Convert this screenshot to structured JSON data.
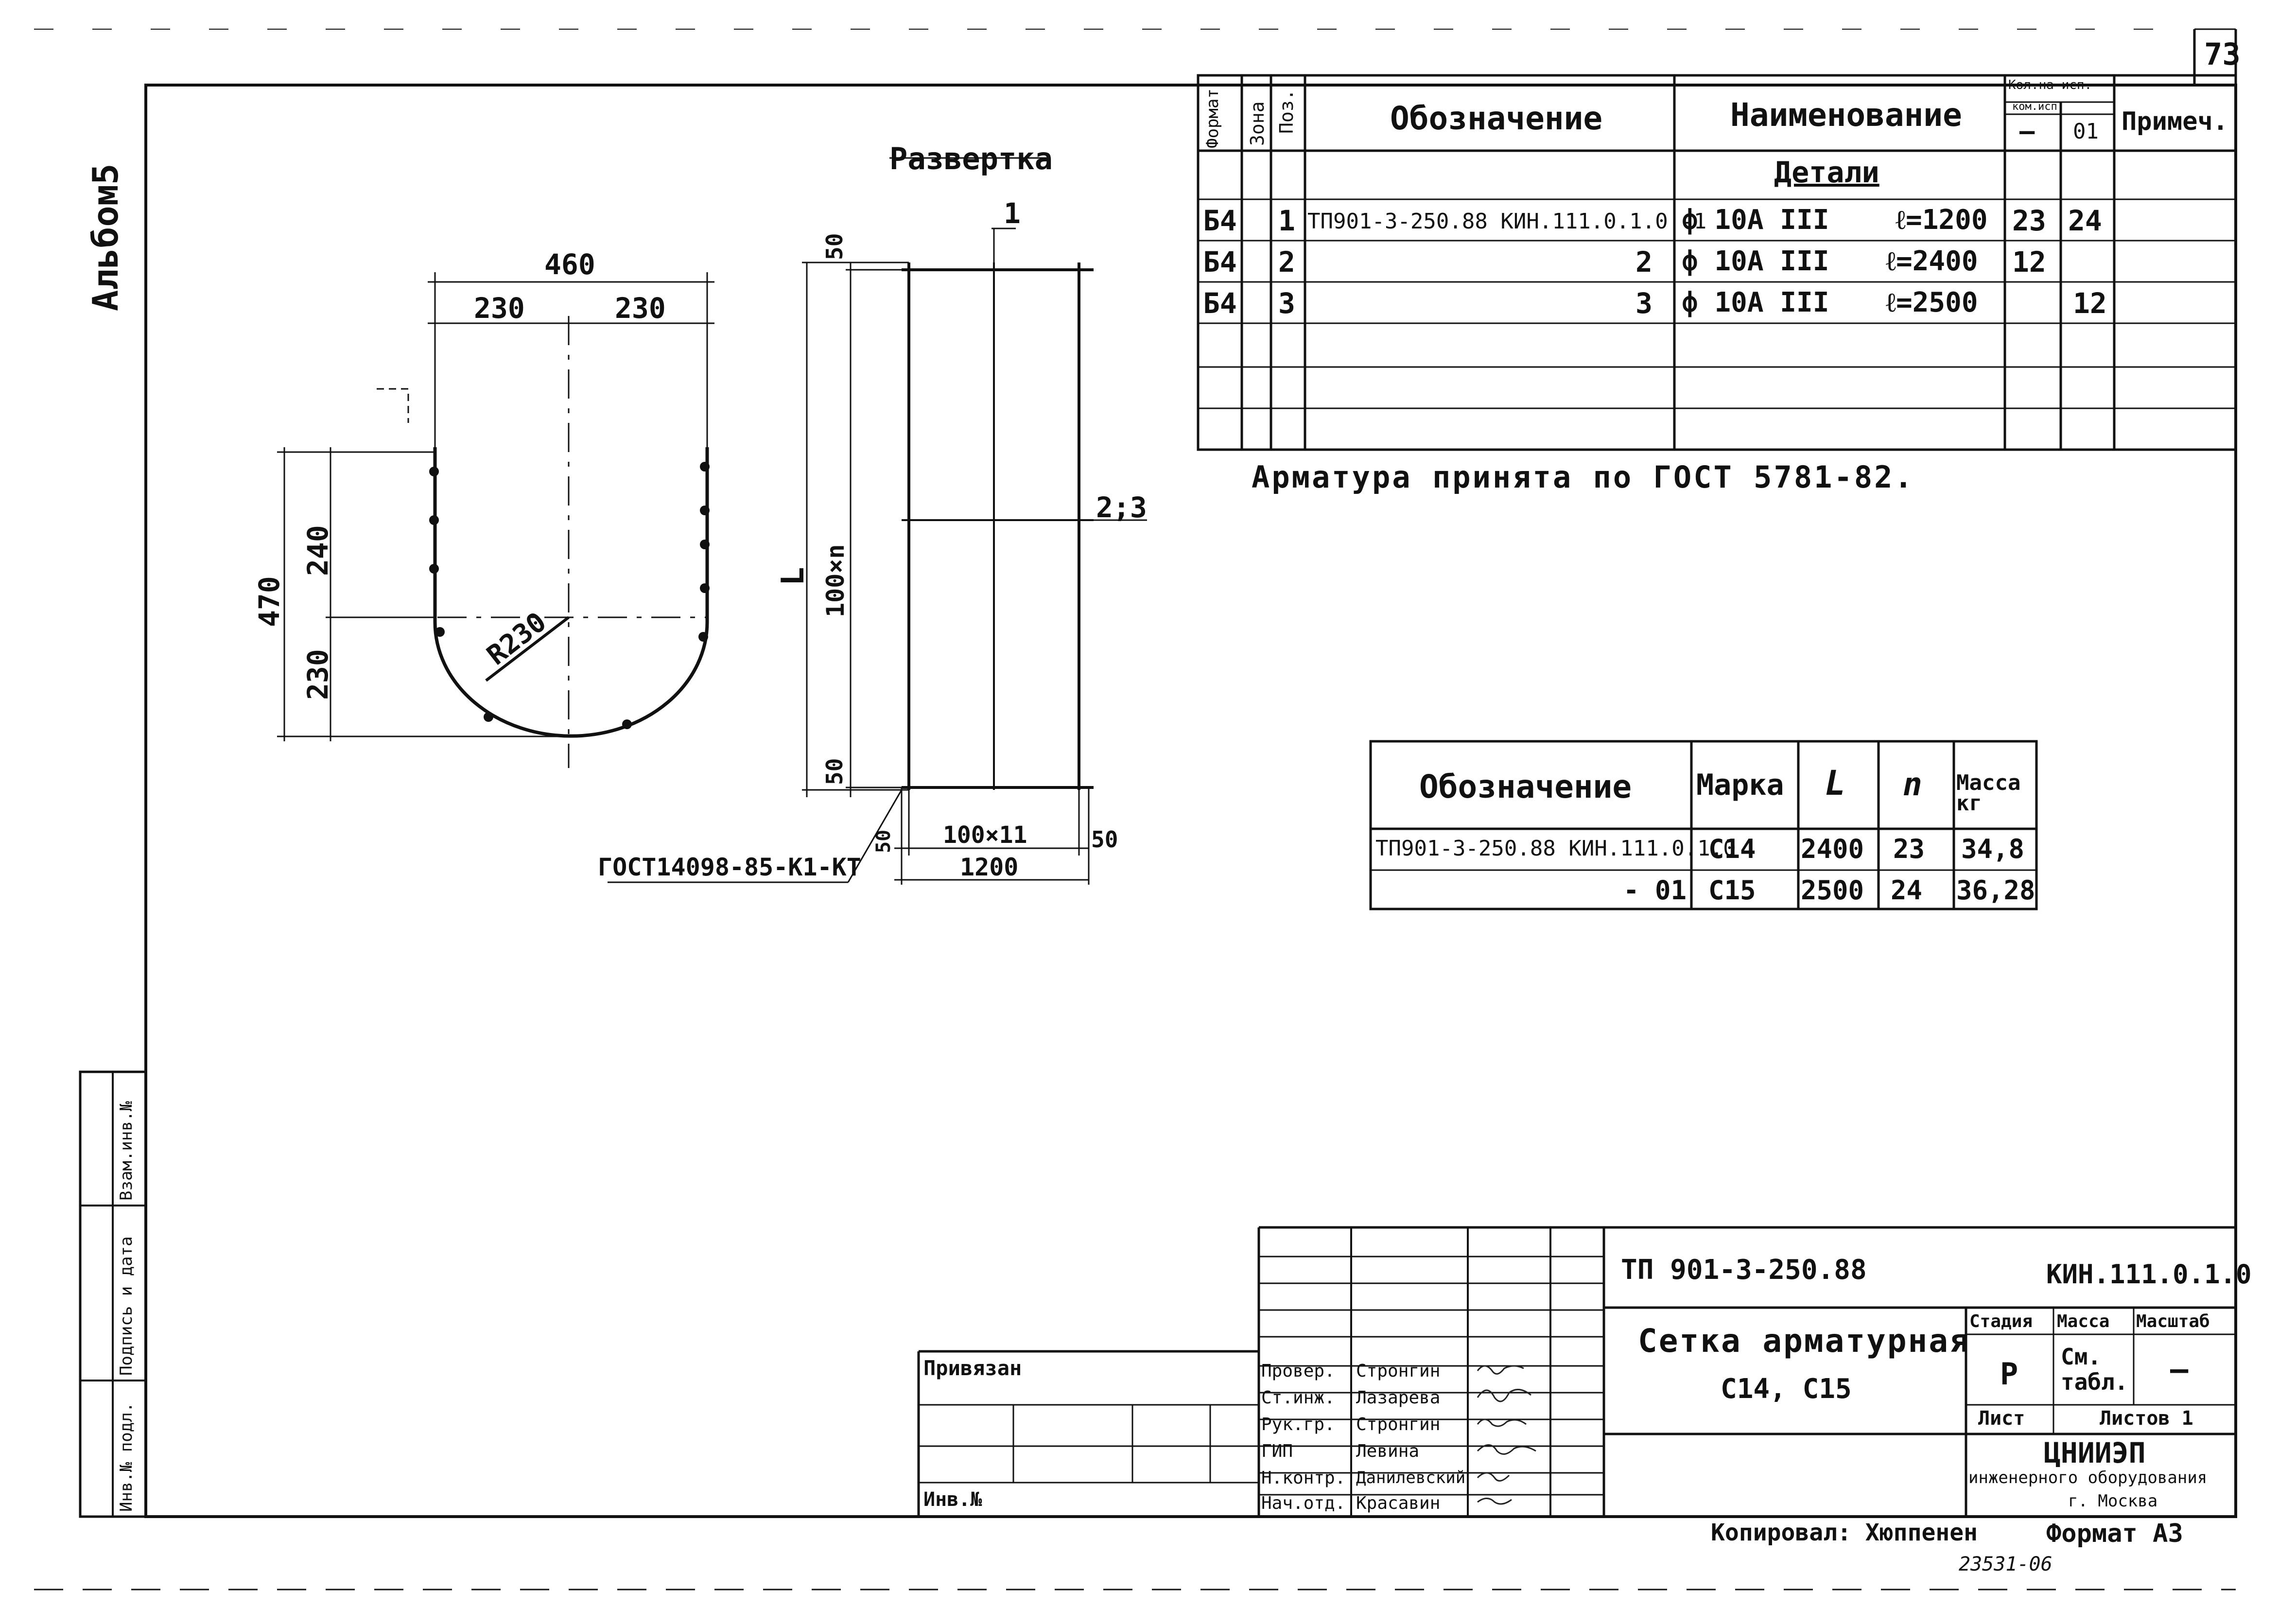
{
  "page_number": "73",
  "album": "Альбом5",
  "left_stamp": [
    "Инв.№ подл.",
    "Подпись и дата",
    "Взам.инв.№"
  ],
  "spec": {
    "headers": {
      "format": "Формат",
      "zone": "Зона",
      "pos": "Поз.",
      "designation": "Обозначение",
      "name": "Наименование",
      "qty": "Кол.на исп.",
      "qty_sub": "ком.исп.",
      "qty_dash": "—",
      "qty_01": "01",
      "note": "Примеч."
    },
    "section": "Детали",
    "rows": [
      {
        "format": "Б4",
        "pos": "1",
        "designation": "ТП901-3-250.88 КИН.111.0.1.0 -1",
        "name": "ф 10А III",
        "len": "ℓ=1200",
        "q1": "23",
        "q2": "24"
      },
      {
        "format": "Б4",
        "pos": "2",
        "designation": "2",
        "name": "ф 10А III",
        "len": "ℓ=2400",
        "q1": "12",
        "q2": ""
      },
      {
        "format": "Б4",
        "pos": "3",
        "designation": "3",
        "name": "ф 10А III",
        "len": "ℓ=2500",
        "q1": "",
        "q2": "12"
      }
    ]
  },
  "note_rebar": "Арматура принята по ГОСТ 5781-82.",
  "drawing": {
    "razvertka": "Развертка",
    "dims": {
      "d460": "460",
      "d230a": "230",
      "d230b": "230",
      "d470": "470",
      "d240": "240",
      "d230c": "230",
      "r230": "R230",
      "d50a": "50",
      "d100n": "100×n",
      "dL": "L",
      "d50b": "50",
      "d100x11": "100×11",
      "d50c": "50",
      "d50d": "50",
      "d1200": "1200",
      "callout1": "1",
      "callout23": "2;3"
    },
    "gost_weld": "ГОСТ14098-85-К1-КТ"
  },
  "marks_table": {
    "headers": [
      "Обозначение",
      "Марка",
      "L",
      "n",
      "Масса кг"
    ],
    "rows": [
      [
        "ТП901-3-250.88 КИН.111.0.1.0",
        "С14",
        "2400",
        "23",
        "34,8"
      ],
      [
        "- 01",
        "С15",
        "2500",
        "24",
        "36,28"
      ]
    ]
  },
  "title_block": {
    "doc_code": "ТП 901-3-250.88",
    "sheet_code": "КИН.111.0.1.0",
    "title_line1": "Сетка арматурная",
    "title_line2": "С14, С15",
    "stage_label": "Стадия",
    "mass_label": "Масса",
    "scale_label": "Масштаб",
    "stage": "Р",
    "mass": "См. табл.",
    "scale": "—",
    "sheet_label": "Лист",
    "sheets_label": "Листов 1",
    "org1": "ЦНИИЭП",
    "org2": "инженерного оборудования",
    "org3": "г. Москва",
    "privyazan": "Привязан",
    "inv_no": "Инв.№",
    "roles": [
      {
        "role": "Провер.",
        "name": "Стронгин"
      },
      {
        "role": "Ст.инж.",
        "name": "Лазарева"
      },
      {
        "role": "Рук.гр.",
        "name": "Стронгин"
      },
      {
        "role": "ГИП",
        "name": "Левина"
      },
      {
        "role": "Н.контр.",
        "name": "Данилевский"
      },
      {
        "role": "Нач.отд.",
        "name": "Красавин"
      }
    ]
  },
  "copied": "Копировал: Хюппенен",
  "format": "Формат А3",
  "archive_no": "23531-06"
}
